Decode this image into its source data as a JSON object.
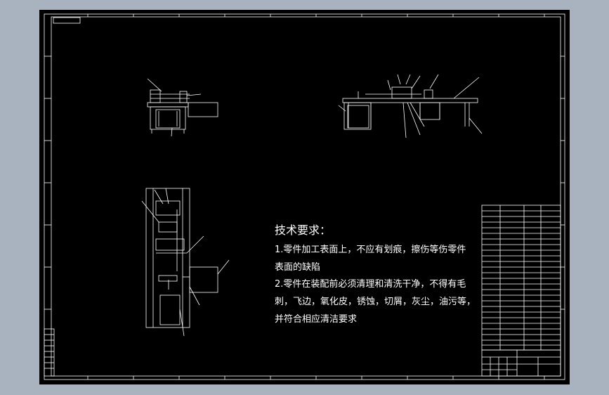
{
  "technical_requirements": {
    "title": "技术要求：",
    "lines": [
      "1.零件加工表面上，不应有划痕，擦伤等伤零件",
      "表面的缺陷",
      "2.零件在装配前必须清理和清洗干净，不得有毛",
      "刺，飞边，氧化皮，锈蚀，切屑，灰尘，油污等，",
      "并符合相应清洁要求"
    ]
  },
  "colors": {
    "background": "#000000",
    "line": "#ffffff",
    "frame_outer": "#a9b2bf"
  }
}
